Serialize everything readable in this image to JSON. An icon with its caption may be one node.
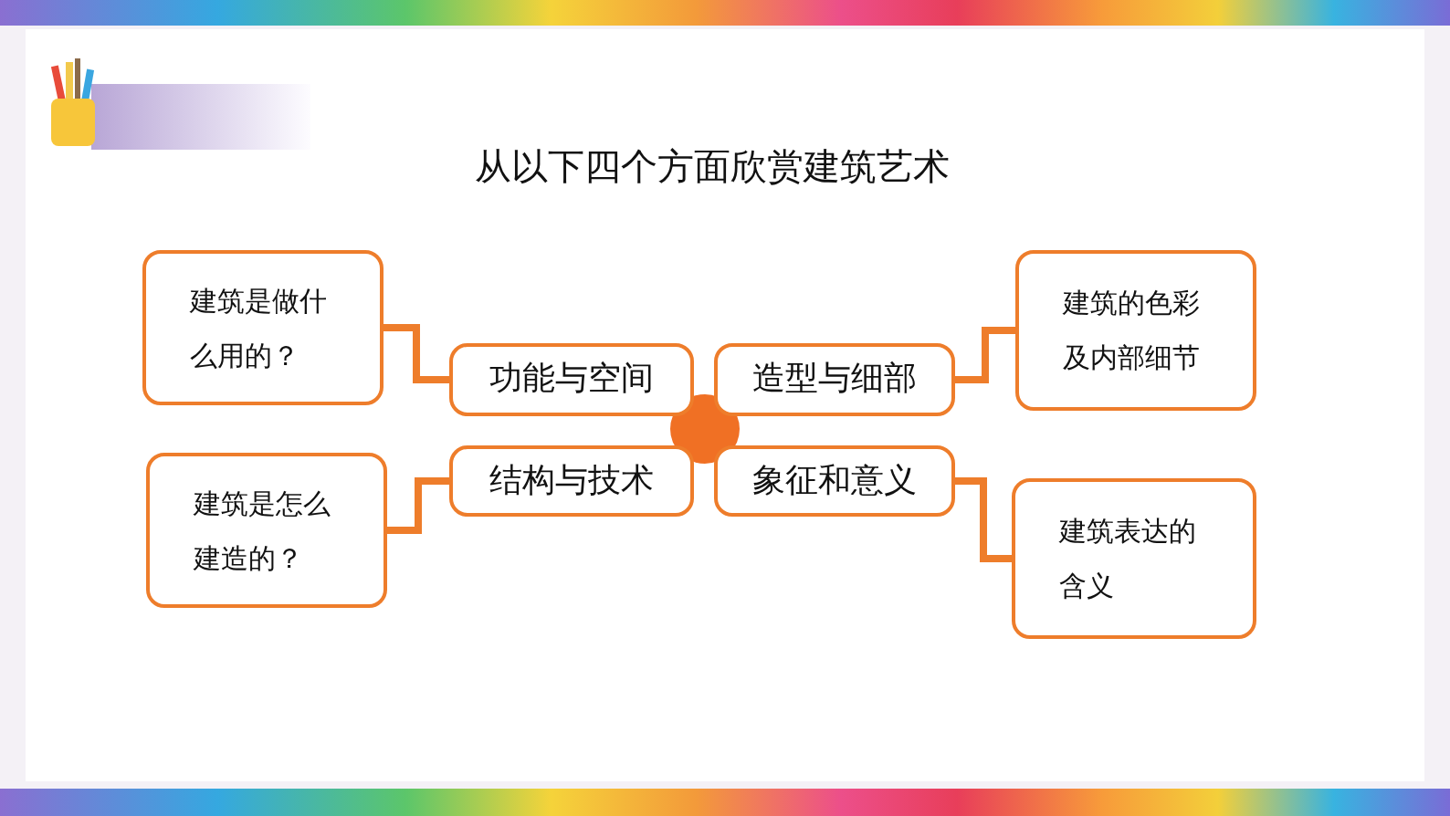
{
  "diagram": {
    "title": "从以下四个方面欣赏建筑艺术",
    "nodes": [
      {
        "text": [],
        "shape": "circle"
      },
      {
        "text": [
          "功能与空间"
        ]
      },
      {
        "text": [
          "造型与细部"
        ]
      },
      {
        "text": [
          "结构与技术"
        ]
      },
      {
        "text": [
          "象征和意义"
        ]
      },
      {
        "text": [
          "建筑是做什么用的？"
        ]
      },
      {
        "text": [
          "建筑的色彩及内部细节"
        ]
      },
      {
        "text": [
          "建筑是怎么建造的？"
        ]
      },
      {
        "text": [
          "建筑表达的含义"
        ]
      }
    ],
    "edges": [
      {
        "from": 5,
        "to": 1,
        "arrow": "none"
      },
      {
        "from": 2,
        "to": 6,
        "arrow": "none"
      },
      {
        "from": 7,
        "to": 3,
        "arrow": "none"
      },
      {
        "from": 4,
        "to": 8,
        "arrow": "none"
      }
    ]
  }
}
